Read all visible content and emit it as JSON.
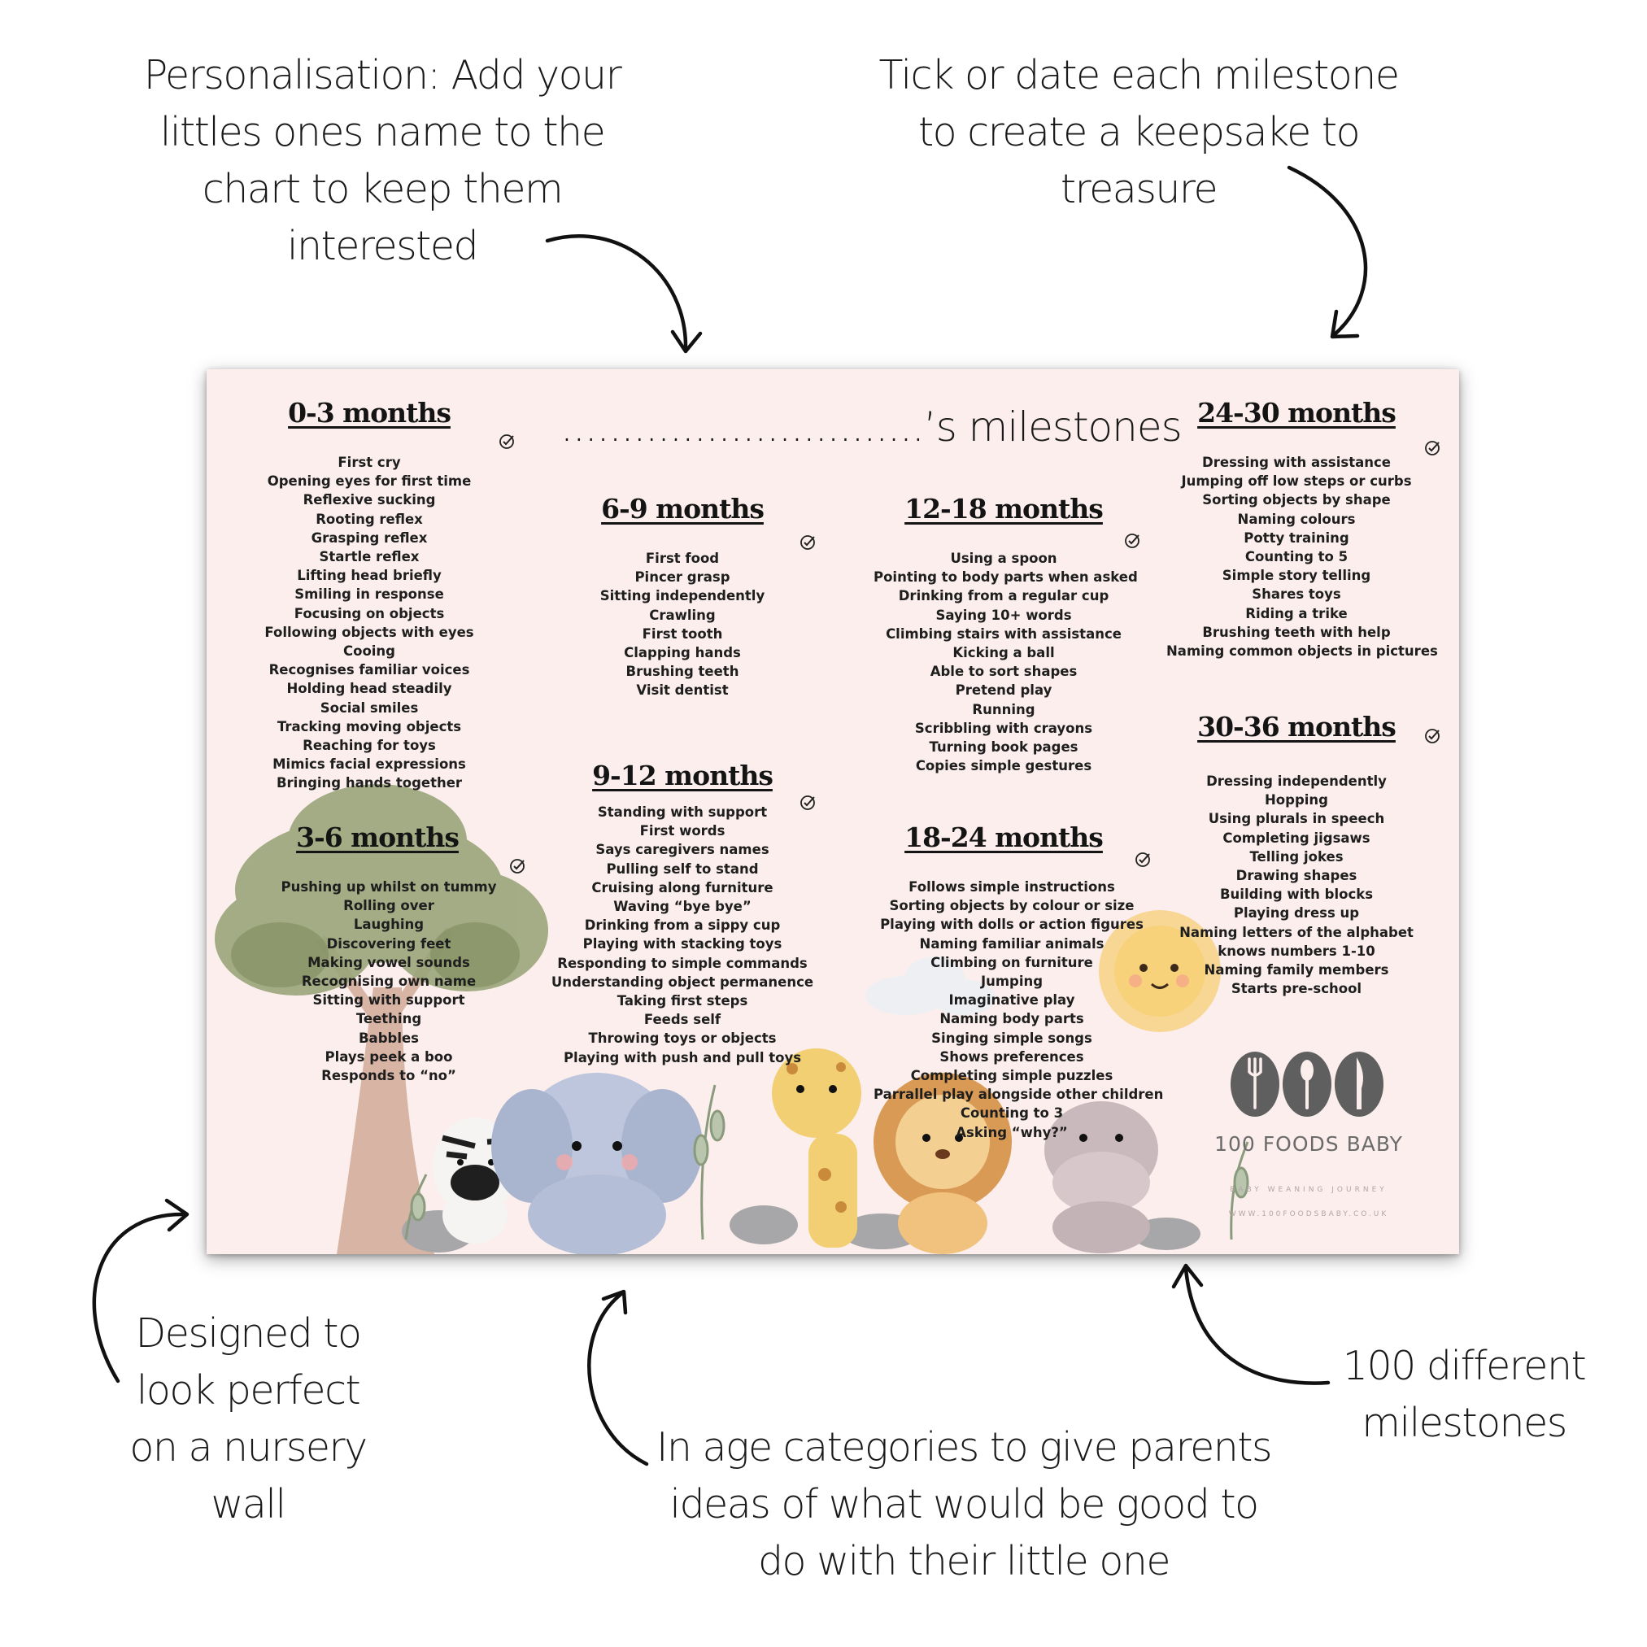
{
  "callouts": {
    "personalisation": [
      "Personalisation: Add your",
      "littles ones name to the",
      "chart to keep them",
      "interested"
    ],
    "tick_or_date": [
      "Tick or date each milestone",
      "to create a keepsake to",
      "treasure"
    ],
    "nursery_wall": [
      "Designed to",
      "look perfect",
      "on a nursery",
      "wall"
    ],
    "age_categories": [
      "In age categories to give parents",
      "ideas of what would be good to",
      "do with their little one"
    ],
    "different_milestones": [
      "100 different",
      "milestones"
    ]
  },
  "poster": {
    "title": "..............................’s milestones",
    "background_color": "#fbeeec",
    "sections": [
      {
        "id": "0-3",
        "title": "0-3 months",
        "items": [
          "First cry",
          "Opening eyes for first time",
          "Reflexive sucking",
          "Rooting reflex",
          "Grasping reflex",
          "Startle reflex",
          "Lifting head briefly",
          "Smiling in response",
          "Focusing on objects",
          "Following objects with eyes",
          "Cooing",
          "Recognises familiar voices",
          "Holding head steadily",
          "Social smiles",
          "Tracking moving objects",
          "Reaching for toys",
          "Mimics facial expressions",
          "Bringing hands together"
        ]
      },
      {
        "id": "3-6",
        "title": "3-6 months",
        "items": [
          "Pushing up whilst on tummy",
          "Rolling over",
          "Laughing",
          "Discovering feet",
          "Making vowel sounds",
          "Recognising own name",
          "Sitting with support",
          "Teething",
          "Babbles",
          "Plays peek a boo",
          "Responds to “no”"
        ]
      },
      {
        "id": "6-9",
        "title": "6-9 months",
        "items": [
          "First food",
          "Pincer grasp",
          "Sitting independently",
          "Crawling",
          "First tooth",
          "Clapping hands",
          "Brushing teeth",
          "Visit dentist"
        ]
      },
      {
        "id": "9-12",
        "title": "9-12 months",
        "items": [
          "Standing with support",
          "First words",
          "Says caregivers names",
          "Pulling self to stand",
          "Cruising along furniture",
          "Waving “bye bye”",
          "Drinking from a sippy cup",
          "Playing with stacking toys",
          "Responding to simple commands",
          "Understanding object permanence",
          "Taking first steps",
          "Feeds self",
          "Throwing toys or objects",
          "Playing with push and pull toys"
        ]
      },
      {
        "id": "12-18",
        "title": "12-18 months",
        "items": [
          "Using a spoon",
          "Pointing to body parts when asked",
          "Drinking from a regular cup",
          "Saying 10+ words",
          "Climbing stairs with assistance",
          "Kicking a ball",
          "Able to sort shapes",
          "Pretend play",
          "Running",
          "Scribbling with crayons",
          "Turning book pages",
          "Copies simple gestures"
        ]
      },
      {
        "id": "18-24",
        "title": "18-24 months",
        "items": [
          "Follows simple instructions",
          "Sorting objects by colour or size",
          "Playing with dolls or action figures",
          "Naming familiar animals",
          "Climbing on furniture",
          "Jumping",
          "Imaginative play",
          "Naming body parts",
          "Singing simple songs",
          "Shows preferences",
          "Completing simple puzzles",
          "Parrallel play alongside other children",
          "Counting to 3",
          "Asking “why?”"
        ]
      },
      {
        "id": "24-30",
        "title": "24-30 months",
        "items": [
          "Dressing with assistance",
          "Jumping off low steps or curbs",
          "Sorting objects by shape",
          "Naming colours",
          "Potty training",
          "Counting to 5",
          "Simple story telling",
          "Shares toys",
          "Riding a trike",
          "Brushing teeth with help",
          "Naming common objects in pictures"
        ]
      },
      {
        "id": "30-36",
        "title": "30-36 months",
        "items": [
          "Dressing independently",
          "Hopping",
          "Using plurals in speech",
          "Completing jigsaws",
          "Telling jokes",
          "Drawing shapes",
          "Building with blocks",
          "Playing dress up",
          "Naming letters of the alphabet",
          "knows numbers 1-10",
          "Naming family members",
          "Starts pre-school"
        ]
      }
    ],
    "brand": {
      "name": "100 FOODS BABY",
      "tagline": "BABY WEANING JOURNEY",
      "url": "WWW.100FOODSBABY.CO.UK",
      "logo_color": "#5f5f5f"
    },
    "decorations": [
      "tree",
      "zebra",
      "elephant",
      "giraffe",
      "lion",
      "hippo",
      "sun",
      "cloud",
      "leaves",
      "rocks"
    ]
  }
}
